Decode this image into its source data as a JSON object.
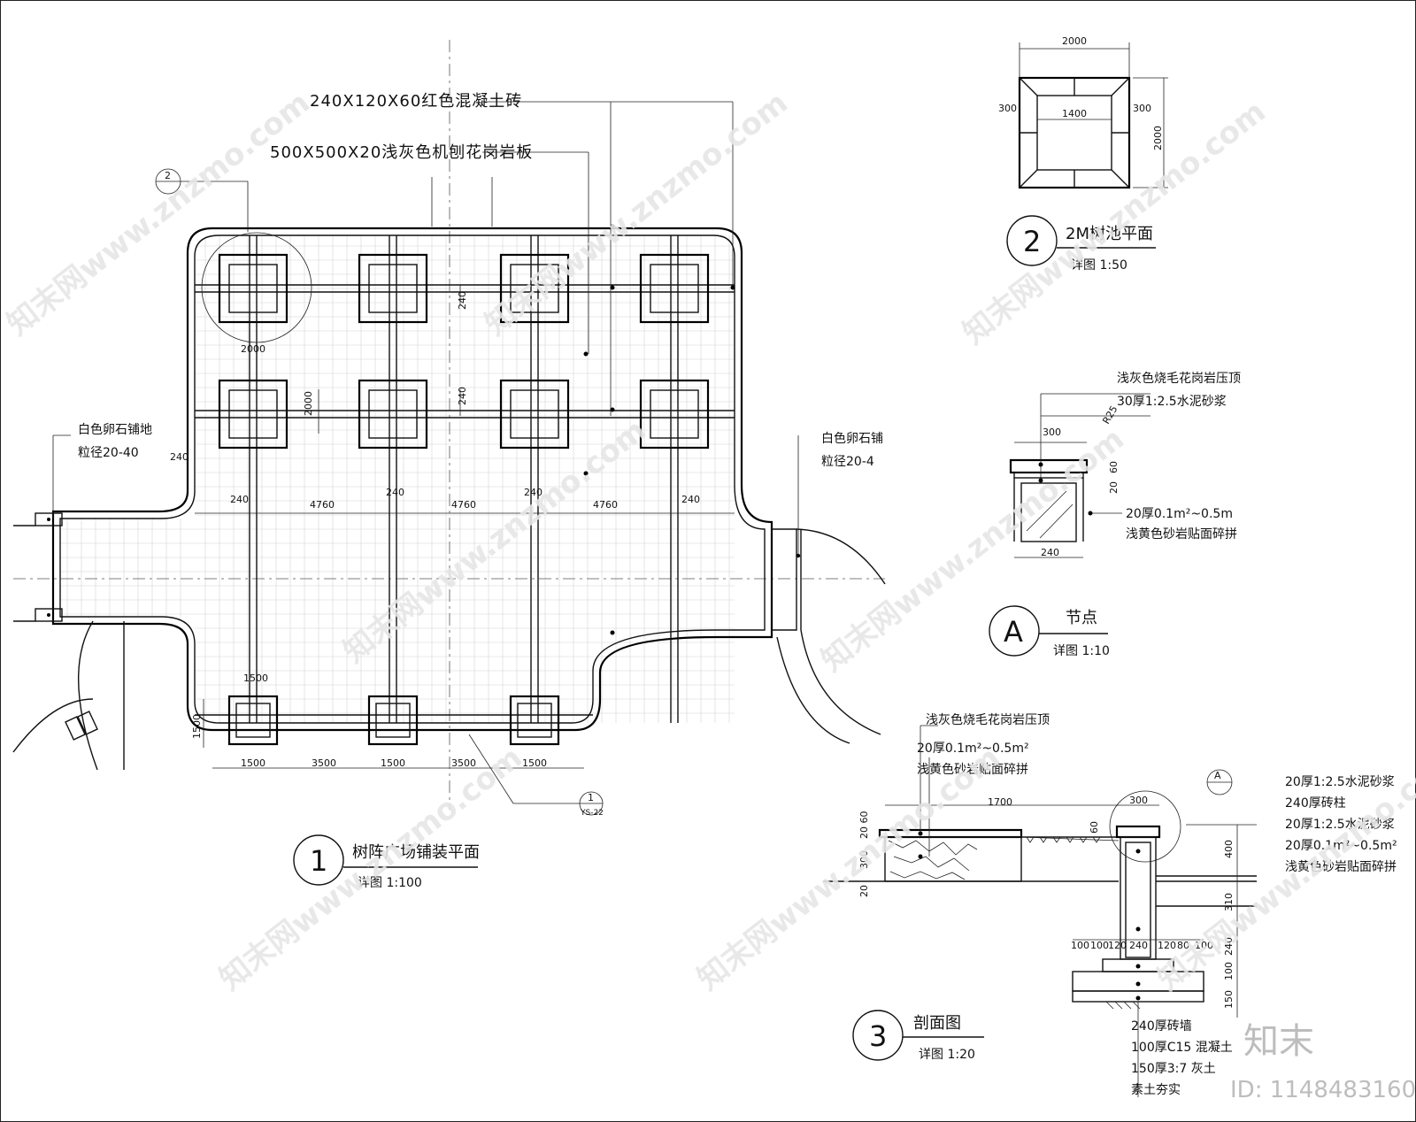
{
  "plan1": {
    "note_brick": "240X120X60红色混凝土砖",
    "note_granite": "500X500X20浅灰色机刨花岗岩板",
    "note_pebble_left_1": "白色卵石铺地",
    "note_pebble_left_2": "粒径20-40",
    "note_pebble_right_1": "白色卵石铺",
    "note_pebble_right_2": "粒径20-4",
    "dims": {
      "d240": "240",
      "d2000": "2000",
      "d4760": "4760",
      "d1500": "1500",
      "d3500": "3500"
    },
    "ref_top_num": "2",
    "ref_bottom_num": "1",
    "ref_bottom_sheet": "YS-22",
    "title_num": "1",
    "title": "树阵广场铺装平面",
    "scale": "详图 1:100"
  },
  "plan2": {
    "dim_top": "2000",
    "dim_inner": "1400",
    "dim_left": "300",
    "dim_right": "300",
    "dim_side": "2000",
    "title_num": "2",
    "title": "2M树池平面",
    "scale": "详图 1:50"
  },
  "nodeA": {
    "note1": "浅灰色烧毛花岗岩压顶",
    "note2": "30厚1:2.5水泥砂浆",
    "note3": "20厚0.1m²~0.5m",
    "note4": "浅黄色砂岩贴面碎拼",
    "dim_300": "300",
    "dim_r25": "R25",
    "dim_60": "60",
    "dim_20": "20",
    "dim_240": "240",
    "title_num": "A",
    "title": "节点",
    "scale": "详图 1:10"
  },
  "section3": {
    "note_top1": "浅灰色烧毛花岗岩压顶",
    "note_top2": "20厚0.1m²~0.5m²",
    "note_top3": "浅黄色砂岩贴面碎拼",
    "right_notes": [
      "20厚1:2.5水泥砂浆",
      "240厚砖柱",
      "20厚1:2.5水泥砂浆",
      "20厚0.1m²~0.5m²",
      "浅黄色砂岩贴面碎拼"
    ],
    "bottom_notes": [
      "240厚砖墙",
      "100厚C15 混凝土",
      "150厚3:7 灰土",
      "素土夯实"
    ],
    "dim_1700": "1700",
    "dim_300": "300",
    "dim_60": "60",
    "dim_400": "400",
    "dim_310": "310",
    "dim_240v": "240",
    "dim_100v": "100",
    "dim_150v": "150",
    "dim_left_60": "20 60",
    "dim_left_300": "300",
    "dim_left_20": "20",
    "bottom_dims": [
      "100",
      "100",
      "120",
      "240",
      "120",
      "80",
      "100"
    ],
    "ref_num": "A",
    "title_num": "3",
    "title": "剖面图",
    "scale": "详图 1:20"
  },
  "watermark": {
    "site": "知末网www.znzmo.com",
    "brand": "知末",
    "id": "ID: 1148483160"
  }
}
